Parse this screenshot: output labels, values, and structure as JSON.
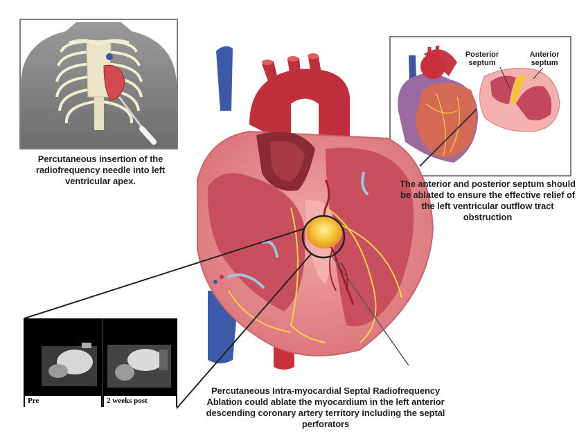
{
  "captions": {
    "top_left": "Percutaneous insertion of the radiofrequency needle into left ventricular apex.",
    "top_right": "The anterior and posterior septum should be ablated to ensure the effective relief of the left ventricular outflow tract obstruction",
    "bottom": "Percutaneous Intra-myocardial Septal Radiofrequency Ablation could ablate the myocardium in the left anterior descending coronary artery territory including the septal perforators"
  },
  "labels": {
    "posterior_septum": "Posterior septum",
    "anterior_septum": "Anterior septum",
    "pre": "Pre",
    "post": "2 weeks post"
  },
  "colors": {
    "myocardium": "#e88a8c",
    "chamber": "#c8505e",
    "aorta": "#c0303c",
    "vena_cava": "#3d5aa8",
    "ablation_zone": "#f5b02a",
    "conduction": "#f2d24a"
  }
}
